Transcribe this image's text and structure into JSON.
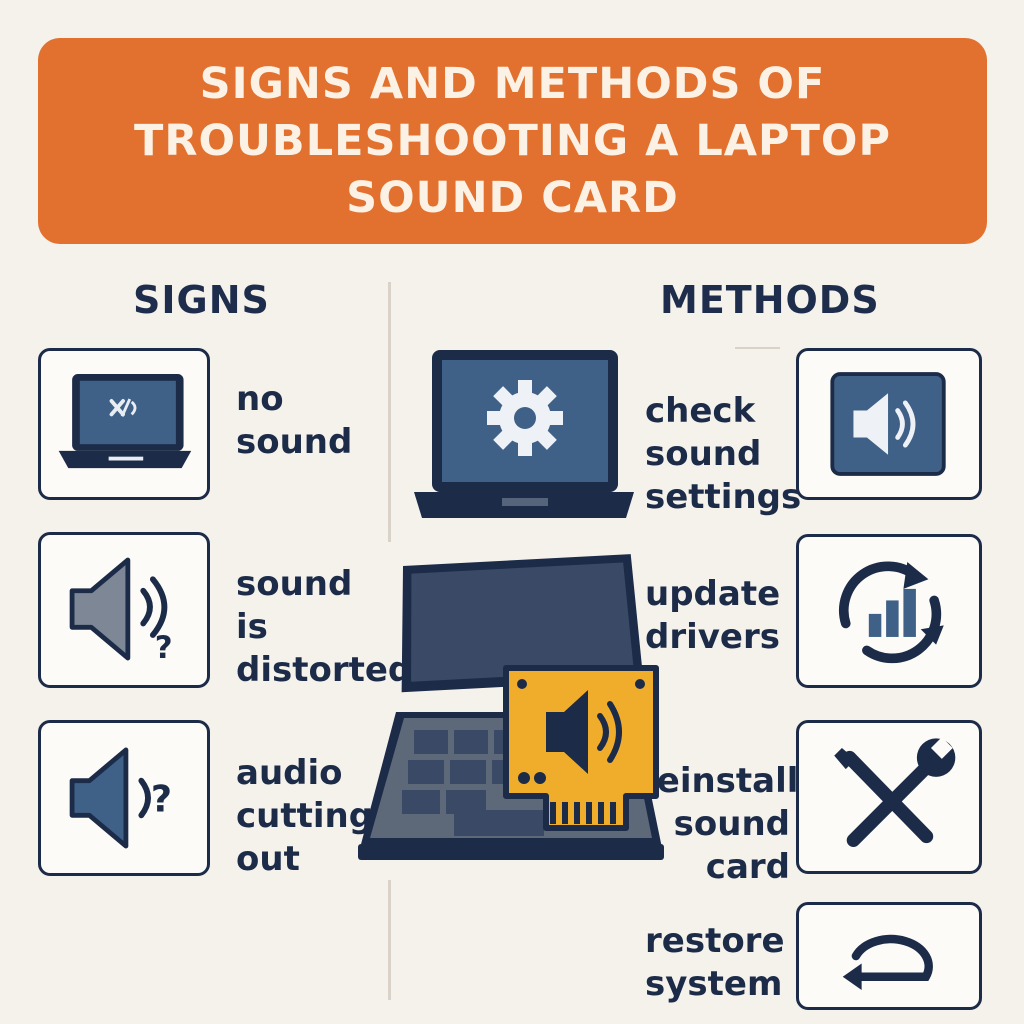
{
  "title": "SIGNS AND METHODS OF TROUBLESHOOTING A LAPTOP SOUND CARD",
  "signs": {
    "heading": "SIGNS",
    "items": [
      {
        "label": "no\nsound",
        "icon": "laptop-muted-icon"
      },
      {
        "label": "sound\nis\ndistorted",
        "icon": "speaker-question-icon"
      },
      {
        "label": "audio\ncutting\nout",
        "icon": "speaker-question-small-icon"
      }
    ]
  },
  "methods": {
    "heading": "METHODS",
    "items": [
      {
        "label": "check\nsound\nsettings",
        "icon": "speaker-icon"
      },
      {
        "label": "update\ndrivers",
        "icon": "refresh-arrows-icon"
      },
      {
        "label": "reinstall\nsound\ncard",
        "icon": "tools-icon"
      },
      {
        "label": "restore\nsystem",
        "icon": "restore-arrow-icon"
      }
    ]
  },
  "colors": {
    "banner": "#e2702e",
    "navy": "#1c2b48",
    "screen_blue": "#3f6188",
    "sound_card": "#f0ad2b",
    "background": "#f5f2ec"
  }
}
